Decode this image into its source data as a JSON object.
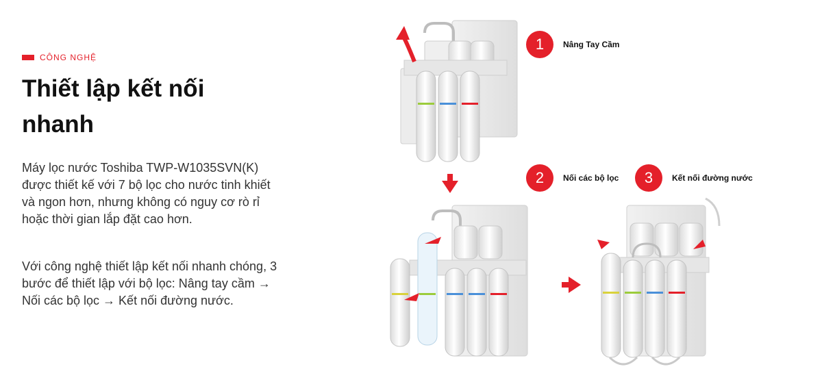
{
  "section": {
    "eyebrow": "CÔNG NGHỆ",
    "title": "Thiết lập kết nối nhanh"
  },
  "description": {
    "p1": "Máy lọc nước Toshiba TWP-W1035SVN(K) được thiết kế với 7 bộ lọc cho nước tinh khiết và ngon hơn, nhưng không có nguy cơ rò rỉ hoặc thời gian lắp đặt cao hơn.",
    "p2": "Với công nghệ thiết lập kết nối nhanh chóng, 3 bước để thiết lập với bộ lọc: Nâng tay cầm → Nối các bộ lọc → Kết nối đường nước."
  },
  "steps": [
    {
      "number": "1",
      "label": "Nâng Tay Cầm"
    },
    {
      "number": "2",
      "label": "Nối các bộ lọc"
    },
    {
      "number": "3",
      "label": "Kết nối đường nước"
    }
  ],
  "colors": {
    "accent": "#e4202a"
  }
}
